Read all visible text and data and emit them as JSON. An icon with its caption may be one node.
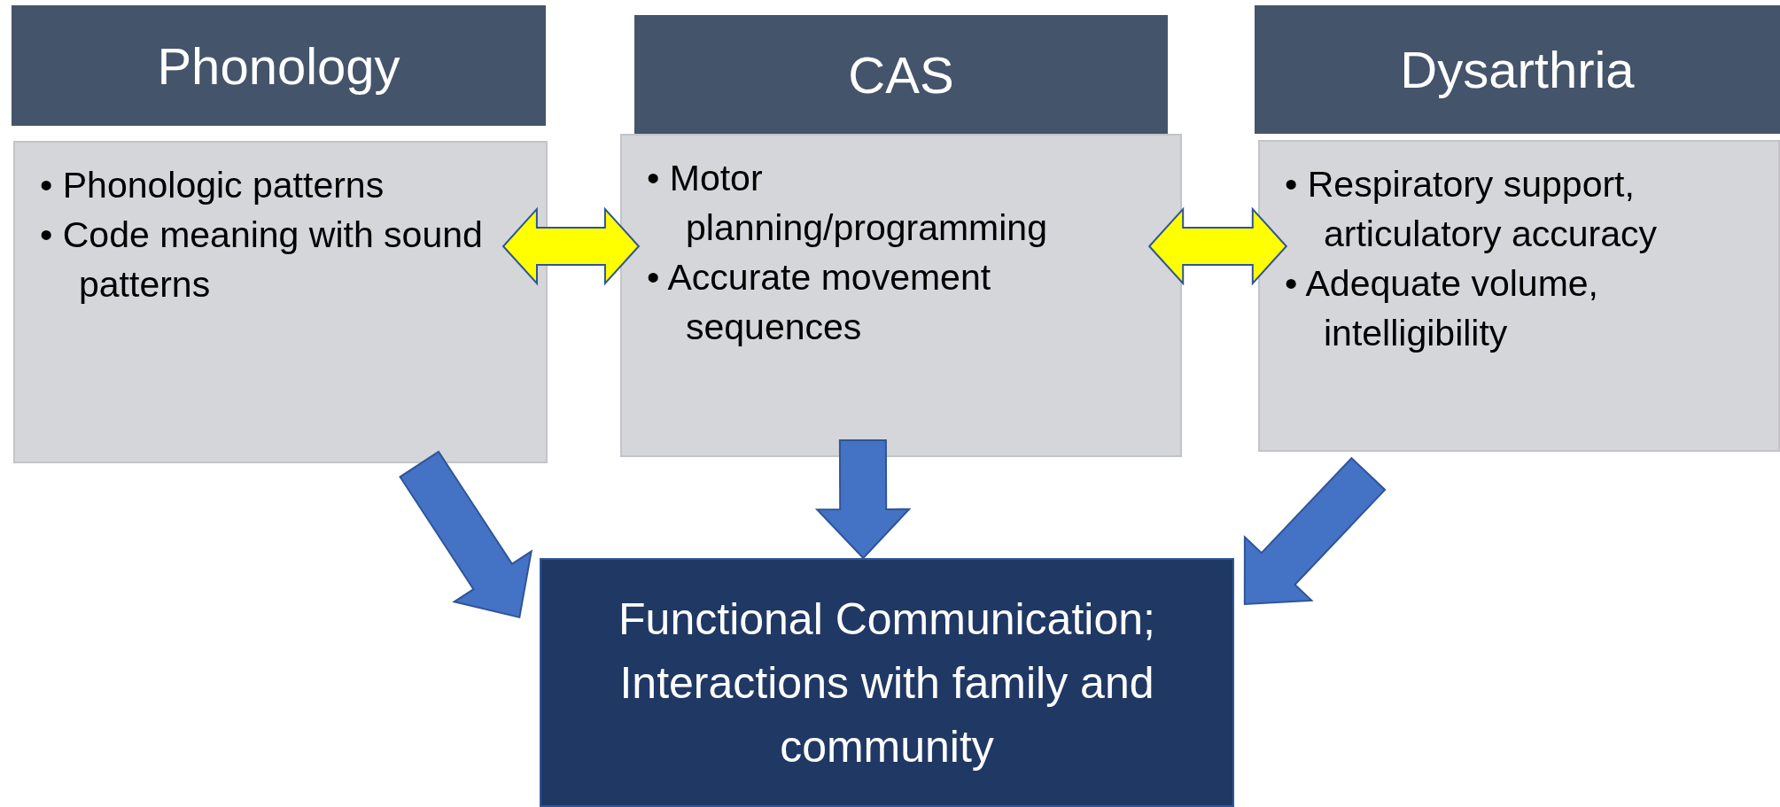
{
  "diagram": {
    "nodes": [
      {
        "text": [
          "Phonology"
        ]
      },
      {
        "text": [
          "• Phonologic patterns",
          "• Code meaning with sound patterns"
        ]
      },
      {
        "text": [
          "CAS"
        ]
      },
      {
        "text": [
          "• Motor planning/programming",
          "• Accurate movement sequences"
        ]
      },
      {
        "text": [
          "Dysarthria"
        ]
      },
      {
        "text": [
          "• Respiratory support, articulatory accuracy",
          "• Adequate volume, intelligibility"
        ]
      },
      {
        "text": [
          "Functional Communication; Interactions with family and community"
        ]
      }
    ],
    "edges": [
      {
        "from": 1,
        "to": 3,
        "arrow": "both",
        "color": "#ffff00"
      },
      {
        "from": 3,
        "to": 5,
        "arrow": "both",
        "color": "#ffff00"
      },
      {
        "from": 1,
        "to": 6,
        "arrow": "to"
      },
      {
        "from": 3,
        "to": 6,
        "arrow": "to"
      },
      {
        "from": 5,
        "to": 6,
        "arrow": "to"
      }
    ]
  }
}
